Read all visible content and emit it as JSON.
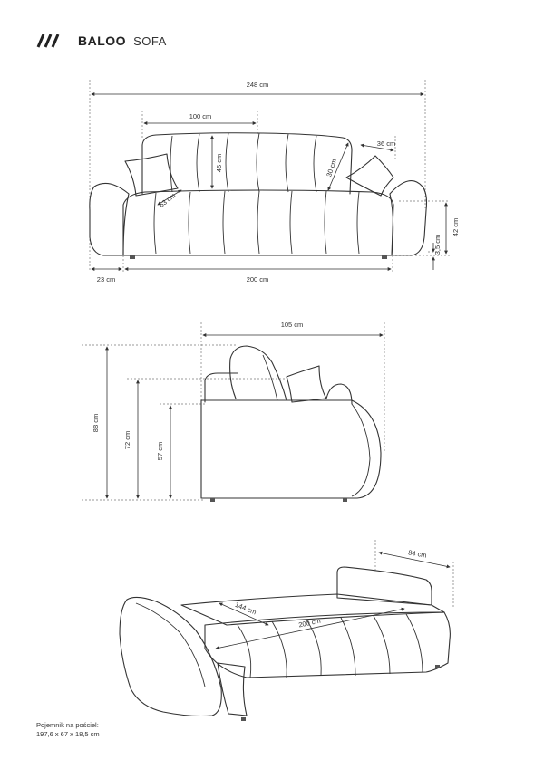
{
  "header": {
    "brand": "BALOO",
    "product": "SOFA",
    "logo_icon": "triple-slash-logo-icon"
  },
  "front_view": {
    "total_width": "248 cm",
    "seat_section": "100 cm",
    "pillow_width": "36 cm",
    "backrest_height": "45 cm",
    "pillow_height": "30 cm",
    "seat_depth_diag": "63 cm",
    "total_height": "42 cm",
    "leg_height": "3,5 cm",
    "armrest_width": "23 cm",
    "sleeping_width": "200 cm"
  },
  "side_view": {
    "depth": "105 cm",
    "total_height": "88 cm",
    "armrest_height": "72 cm",
    "seat_height": "57 cm"
  },
  "bed_view": {
    "bed_width": "144 cm",
    "bed_length": "200 cm",
    "back_depth": "84 cm"
  },
  "footnote": {
    "line1": "Pojemnik na pościel:",
    "line2": "197,6 x 67 x 18,5 cm"
  }
}
